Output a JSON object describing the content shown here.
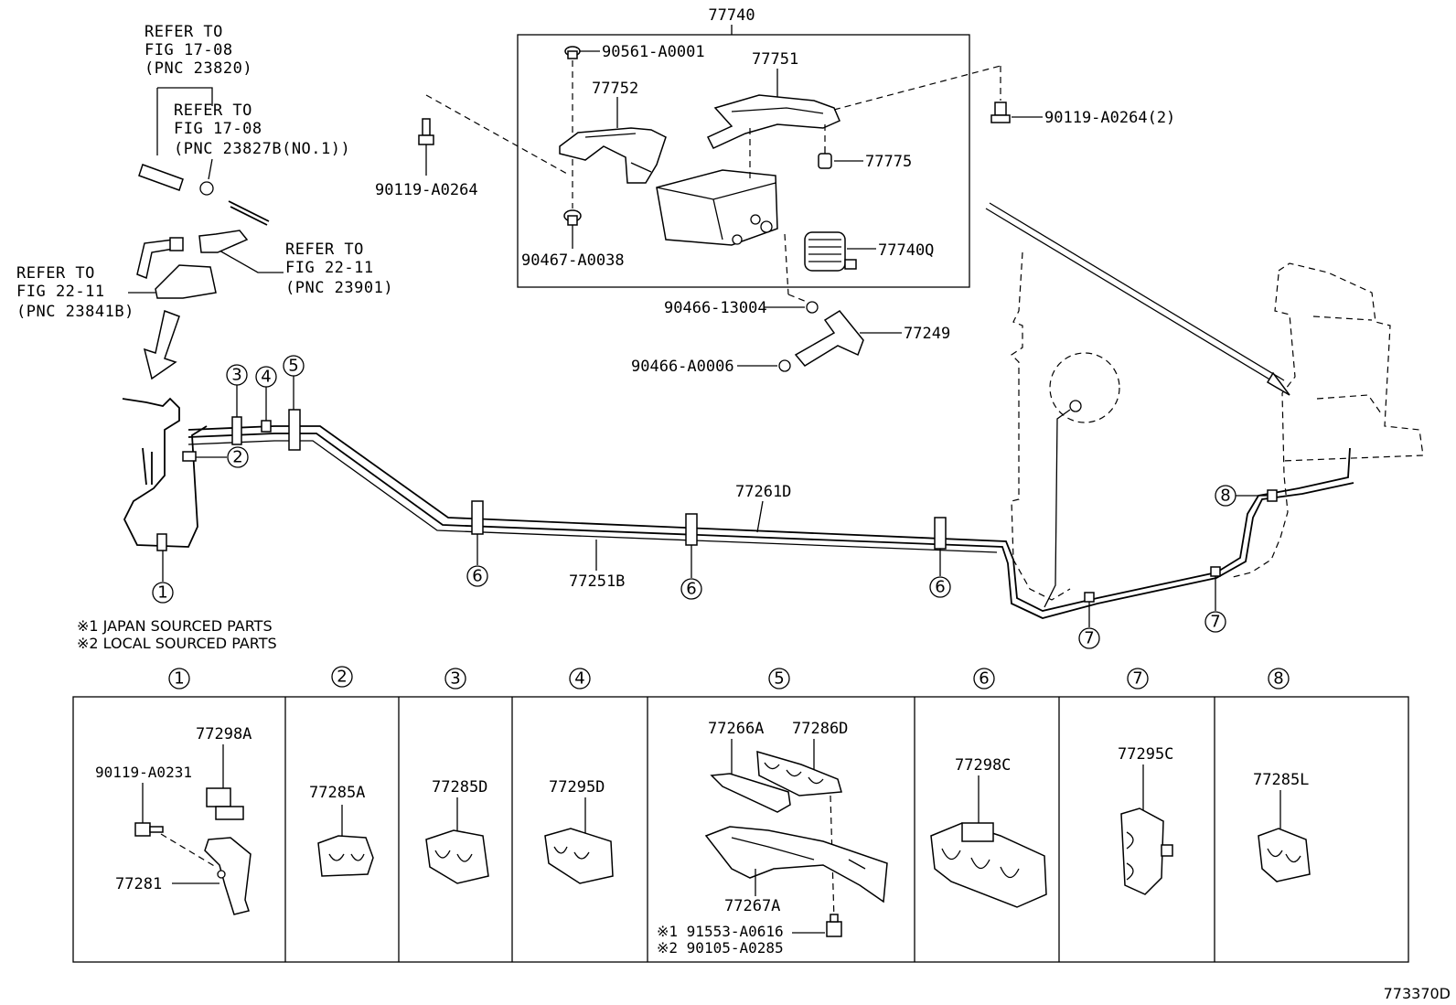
{
  "main_group": {
    "label": "77740"
  },
  "parts": {
    "p90561": "90561-A0001",
    "p77751": "77751",
    "p77752": "77752",
    "p90119_top": "90119-A0264(2)",
    "p77775": "77775",
    "p90119_left": "90119-A0264",
    "p90467": "90467-A0038",
    "p77740q": "77740Q",
    "p90466_13004": "90466-13004",
    "p77249": "77249",
    "p90466_a0006": "90466-A0006",
    "p77261d": "77261D",
    "p77251b": "77251B"
  },
  "references": {
    "ref1": [
      "REFER TO",
      "FIG 17-08",
      "(PNC 23820)"
    ],
    "ref2": [
      "REFER TO",
      "FIG 17-08",
      "(PNC 23827B(NO.1))"
    ],
    "ref3": [
      "REFER TO",
      "FIG 22-11",
      "(PNC 23901)"
    ],
    "ref4": [
      "REFER TO",
      "FIG 22-11",
      "(PNC 23841B)"
    ]
  },
  "notes": {
    "n1": "※1 JAPAN SOURCED PARTS",
    "n2": "※2 LOCAL SOURCED PARTS"
  },
  "callouts": {
    "c1": "1",
    "c2": "2",
    "c3": "3",
    "c4": "4",
    "c5": "5",
    "c6": "6",
    "c7": "7",
    "c8": "8"
  },
  "detail_table": {
    "headers": [
      "1",
      "2",
      "3",
      "4",
      "5",
      "6",
      "7",
      "8"
    ],
    "cell1": {
      "a": "77298A",
      "b": "90119-A0231",
      "c": "77281"
    },
    "cell2": {
      "a": "77285A"
    },
    "cell3": {
      "a": "77285D"
    },
    "cell4": {
      "a": "77295D"
    },
    "cell5": {
      "a": "77266A",
      "b": "77286D",
      "c": "77267A",
      "d": "※1 91553-A0616",
      "e": "※2 90105-A0285"
    },
    "cell6": {
      "a": "77298C"
    },
    "cell7": {
      "a": "77295C"
    },
    "cell8": {
      "a": "77285L"
    }
  },
  "figure_code": "773370D"
}
